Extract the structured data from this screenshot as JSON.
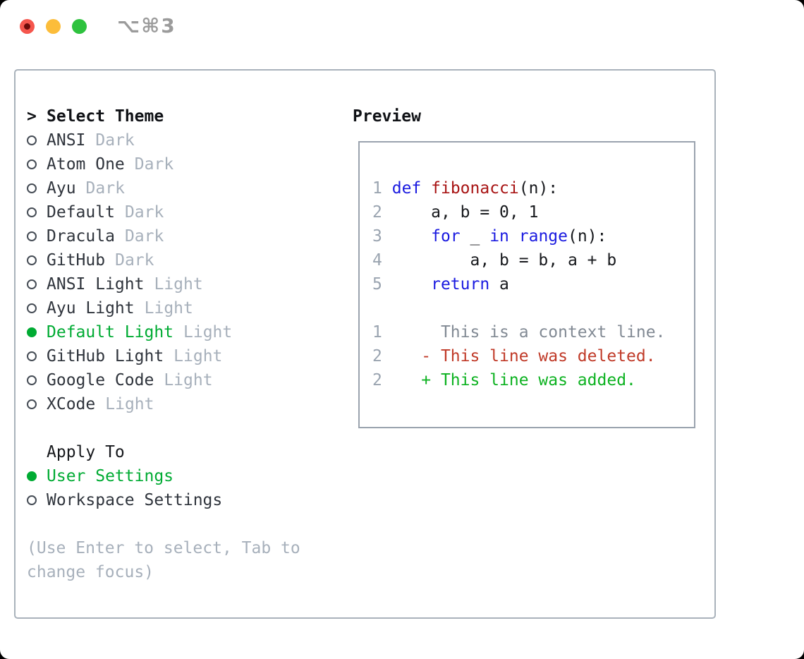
{
  "window": {
    "shortcut": "⌥⌘3",
    "traffic_lights": [
      {
        "icon": "close-icon",
        "color": "#f5564d"
      },
      {
        "icon": "minimize-icon",
        "color": "#fcbd3a"
      },
      {
        "icon": "zoom-icon",
        "color": "#2ec23e"
      }
    ]
  },
  "colors": {
    "selection_green": "#00ab33",
    "added_green": "#0db221",
    "deleted_red": "#c03a28",
    "keyword_blue": "#1b1be0",
    "function_red": "#a81414",
    "muted_gray": "#a7b0bb",
    "traffic_red": "#f5564d",
    "traffic_yellow": "#fcbd3a",
    "traffic_green": "#2ec23e"
  },
  "theme_selector": {
    "title_prefix": ">",
    "title": "Select Theme",
    "themes": [
      {
        "name": "ANSI",
        "variant": "Dark",
        "selected": false
      },
      {
        "name": "Atom One",
        "variant": "Dark",
        "selected": false
      },
      {
        "name": "Ayu",
        "variant": "Dark",
        "selected": false
      },
      {
        "name": "Default",
        "variant": "Dark",
        "selected": false
      },
      {
        "name": "Dracula",
        "variant": "Dark",
        "selected": false
      },
      {
        "name": "GitHub",
        "variant": "Dark",
        "selected": false
      },
      {
        "name": "ANSI Light",
        "variant": "Light",
        "selected": false
      },
      {
        "name": "Ayu Light",
        "variant": "Light",
        "selected": false
      },
      {
        "name": "Default Light",
        "variant": "Light",
        "selected": true
      },
      {
        "name": "GitHub Light",
        "variant": "Light",
        "selected": false
      },
      {
        "name": "Google Code",
        "variant": "Light",
        "selected": false
      },
      {
        "name": "XCode",
        "variant": "Light",
        "selected": false
      }
    ],
    "apply_to": {
      "title": "Apply To",
      "options": [
        {
          "label": "User Settings",
          "selected": true
        },
        {
          "label": "Workspace Settings",
          "selected": false
        }
      ]
    },
    "hint": "(Use Enter to select, Tab to change focus)"
  },
  "preview": {
    "title": "Preview",
    "lines": [
      {
        "num": "1",
        "tokens": [
          [
            " ",
            "p"
          ],
          [
            "def",
            "k"
          ],
          [
            " ",
            "p"
          ],
          [
            "fibonacci",
            "f"
          ],
          [
            "(n):",
            "p"
          ]
        ]
      },
      {
        "num": "2",
        "tokens": [
          [
            "     a, b = 0, 1",
            "p"
          ]
        ]
      },
      {
        "num": "3",
        "tokens": [
          [
            "     ",
            "p"
          ],
          [
            "for",
            "k"
          ],
          [
            " _ ",
            "p"
          ],
          [
            "in",
            "k"
          ],
          [
            " ",
            "p"
          ],
          [
            "range",
            "k"
          ],
          [
            "(n):",
            "p"
          ]
        ]
      },
      {
        "num": "4",
        "tokens": [
          [
            "         a, b = b, a + b",
            "p"
          ]
        ]
      },
      {
        "num": "5",
        "tokens": [
          [
            "     ",
            "p"
          ],
          [
            "return",
            "k"
          ],
          [
            " a",
            "p"
          ]
        ]
      },
      {
        "num": "",
        "tokens": []
      },
      {
        "num": "1",
        "tokens": [
          [
            "      This is a context line.",
            "c"
          ]
        ]
      },
      {
        "num": "2",
        "tokens": [
          [
            "    ",
            "p"
          ],
          [
            "- This line was deleted.",
            "d"
          ]
        ]
      },
      {
        "num": "2",
        "tokens": [
          [
            "    ",
            "p"
          ],
          [
            "+ This line was added.",
            "a"
          ]
        ]
      }
    ]
  }
}
